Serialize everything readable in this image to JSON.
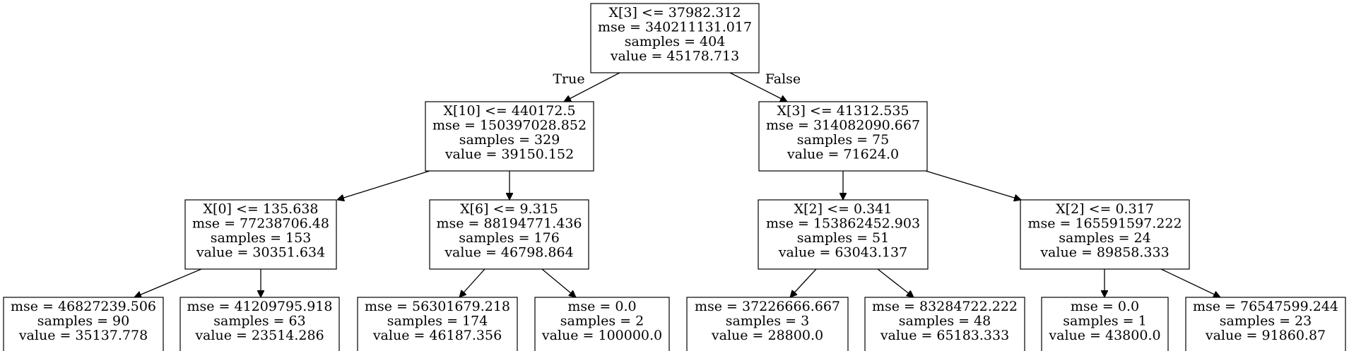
{
  "tree": {
    "nodes": [
      {
        "id": "n0",
        "lines": [
          "X[3] <= 37982.312",
          "mse = 340211131.017",
          "samples = 404",
          "value = 45178.713"
        ]
      },
      {
        "id": "n1",
        "lines": [
          "X[10] <= 440172.5",
          "mse = 150397028.852",
          "samples = 329",
          "value = 39150.152"
        ]
      },
      {
        "id": "n2",
        "lines": [
          "X[3] <= 41312.535",
          "mse = 314082090.667",
          "samples = 75",
          "value = 71624.0"
        ]
      },
      {
        "id": "n3",
        "lines": [
          "X[0] <= 135.638",
          "mse = 77238706.48",
          "samples = 153",
          "value = 30351.634"
        ]
      },
      {
        "id": "n4",
        "lines": [
          "X[6] <= 9.315",
          "mse = 88194771.436",
          "samples = 176",
          "value = 46798.864"
        ]
      },
      {
        "id": "n5",
        "lines": [
          "X[2] <= 0.341",
          "mse = 153862452.903",
          "samples = 51",
          "value = 63043.137"
        ]
      },
      {
        "id": "n6",
        "lines": [
          "X[2] <= 0.317",
          "mse = 165591597.222",
          "samples = 24",
          "value = 89858.333"
        ]
      },
      {
        "id": "n7",
        "lines": [
          "mse = 46827239.506",
          "samples = 90",
          "value = 35137.778"
        ]
      },
      {
        "id": "n8",
        "lines": [
          "mse = 41209795.918",
          "samples = 63",
          "value = 23514.286"
        ]
      },
      {
        "id": "n9",
        "lines": [
          "mse = 56301679.218",
          "samples = 174",
          "value = 46187.356"
        ]
      },
      {
        "id": "n10",
        "lines": [
          "mse = 0.0",
          "samples = 2",
          "value = 100000.0"
        ]
      },
      {
        "id": "n11",
        "lines": [
          "mse = 37226666.667",
          "samples = 3",
          "value = 28800.0"
        ]
      },
      {
        "id": "n12",
        "lines": [
          "mse = 83284722.222",
          "samples = 48",
          "value = 65183.333"
        ]
      },
      {
        "id": "n13",
        "lines": [
          "mse = 0.0",
          "samples = 1",
          "value = 43800.0"
        ]
      },
      {
        "id": "n14",
        "lines": [
          "mse = 76547599.244",
          "samples = 23",
          "value = 91860.87"
        ]
      }
    ],
    "edges": [
      {
        "from": "n0",
        "to": "n1",
        "label": "True"
      },
      {
        "from": "n0",
        "to": "n2",
        "label": "False"
      },
      {
        "from": "n1",
        "to": "n3",
        "label": ""
      },
      {
        "from": "n1",
        "to": "n4",
        "label": ""
      },
      {
        "from": "n2",
        "to": "n5",
        "label": ""
      },
      {
        "from": "n2",
        "to": "n6",
        "label": ""
      },
      {
        "from": "n3",
        "to": "n7",
        "label": ""
      },
      {
        "from": "n3",
        "to": "n8",
        "label": ""
      },
      {
        "from": "n4",
        "to": "n9",
        "label": ""
      },
      {
        "from": "n4",
        "to": "n10",
        "label": ""
      },
      {
        "from": "n5",
        "to": "n11",
        "label": ""
      },
      {
        "from": "n5",
        "to": "n12",
        "label": ""
      },
      {
        "from": "n6",
        "to": "n13",
        "label": ""
      },
      {
        "from": "n6",
        "to": "n14",
        "label": ""
      }
    ]
  }
}
